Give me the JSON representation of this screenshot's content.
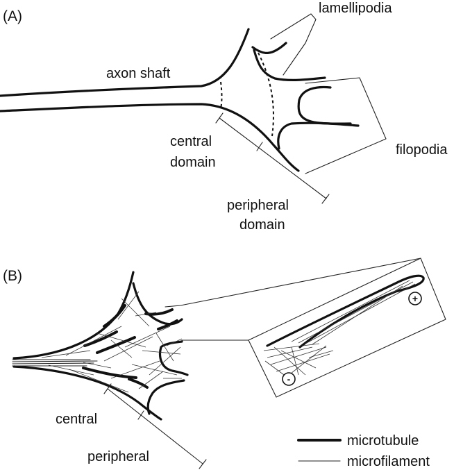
{
  "panel_a": {
    "panel_label": "(A)",
    "labels": {
      "lamellipodia": "lamellipodia",
      "axon_shaft": "axon shaft",
      "filopodia": "filopodia",
      "central_line1": "central",
      "central_line2": "domain",
      "peripheral_line1": "peripheral",
      "peripheral_line2": "domain"
    }
  },
  "panel_b": {
    "panel_label": "(B)",
    "labels": {
      "central": "central",
      "peripheral": "peripheral",
      "plus_sign": "+",
      "minus_sign": "-"
    },
    "legend": {
      "microtubule": "microtubule",
      "microfilament": "microfilament"
    }
  }
}
